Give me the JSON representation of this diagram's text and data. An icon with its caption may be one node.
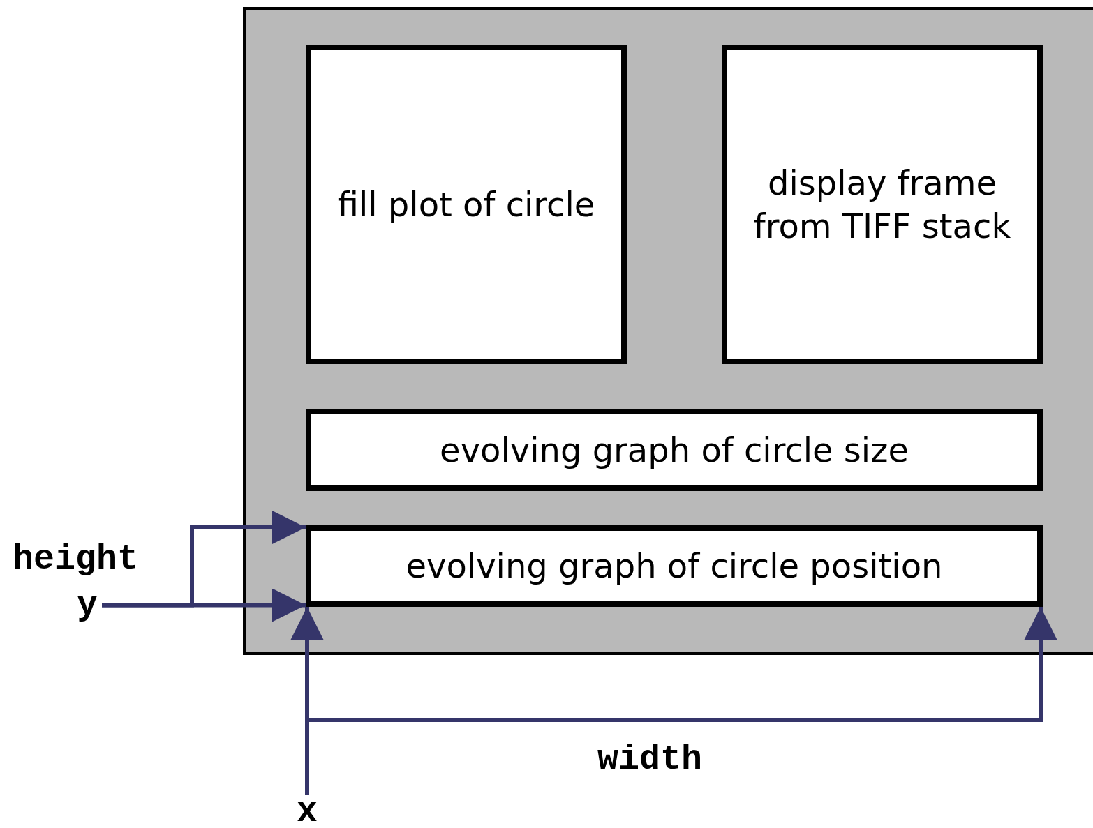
{
  "diagram": {
    "nodes": [
      {
        "text": [],
        "shape": "box"
      },
      {
        "text": [
          "fill plot of circle"
        ],
        "in": 0
      },
      {
        "text": [
          "display frame from TIFF stack"
        ],
        "in": 0
      },
      {
        "text": [
          "evolving graph of circle size"
        ],
        "in": 0
      },
      {
        "text": [
          "evolving graph of circle position"
        ],
        "in": 0
      },
      {
        "text": [
          "y"
        ]
      },
      {
        "text": [
          "x"
        ]
      }
    ],
    "edges": [
      {
        "from": 5,
        "to": 4,
        "arrow": "to"
      },
      {
        "from": 5,
        "to": 4,
        "arrow": "to"
      },
      {
        "from": 6,
        "to": 4,
        "arrow": "to"
      },
      {
        "from": 6,
        "to": 4,
        "arrow": "to"
      }
    ],
    "labels": [
      "height",
      "width"
    ]
  }
}
